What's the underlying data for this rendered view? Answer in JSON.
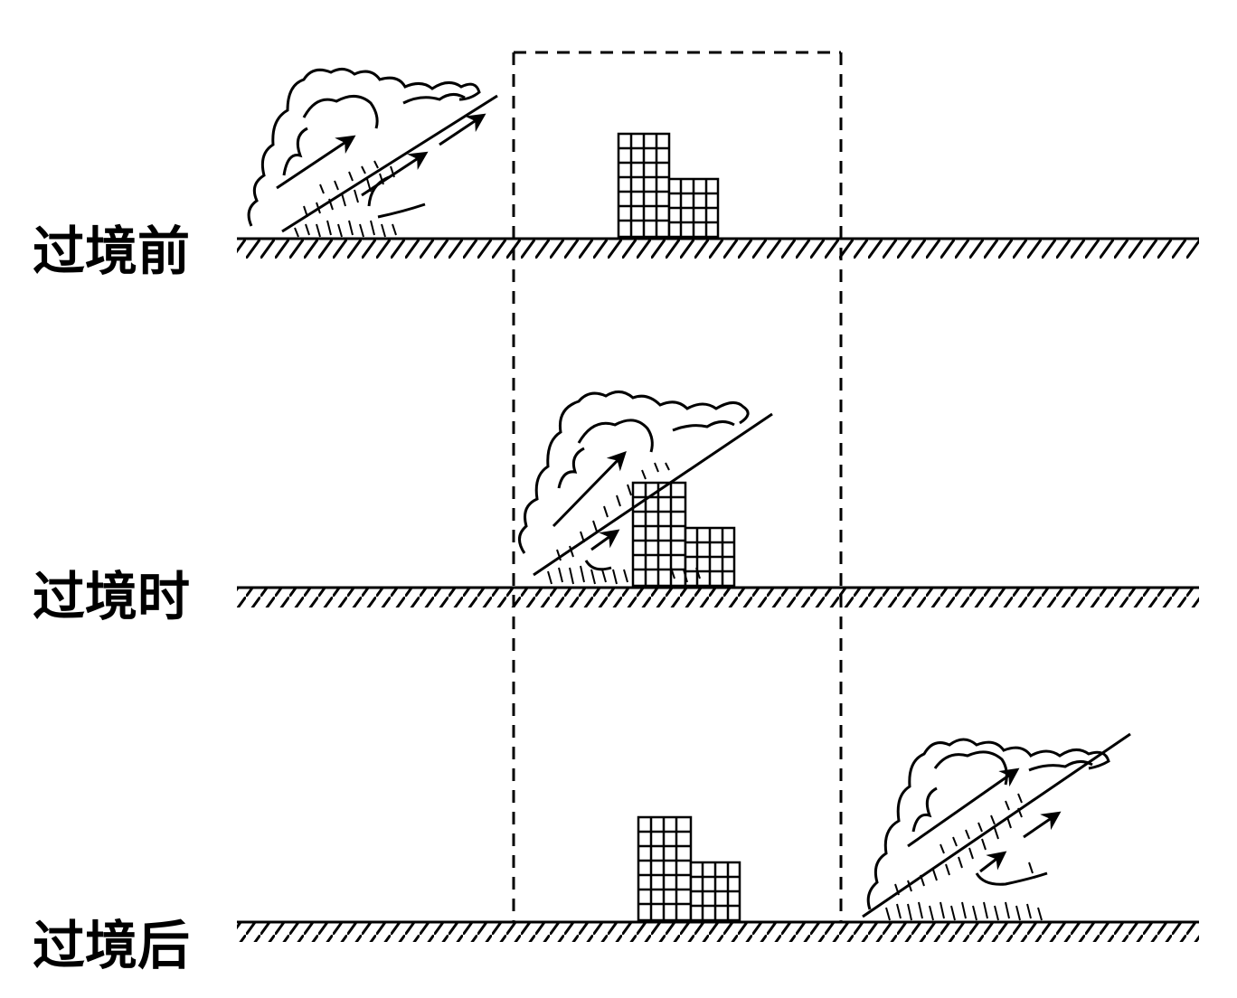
{
  "stages": [
    {
      "label": "过境前"
    },
    {
      "label": "过境时"
    },
    {
      "label": "过境后"
    }
  ]
}
